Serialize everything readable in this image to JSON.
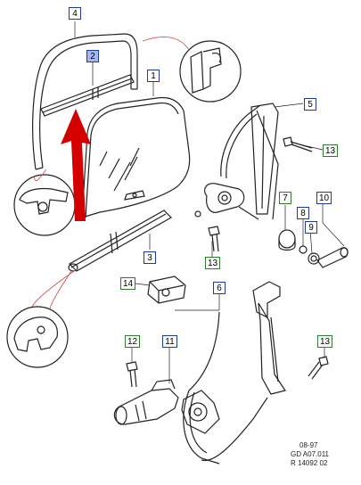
{
  "callouts": [
    {
      "id": "c4",
      "label": "4",
      "color": "blue"
    },
    {
      "id": "c2",
      "label": "2",
      "color": "blue",
      "highlighted": true
    },
    {
      "id": "c1",
      "label": "1",
      "color": "blue"
    },
    {
      "id": "c5",
      "label": "5",
      "color": "blue"
    },
    {
      "id": "c13a",
      "label": "13",
      "color": "green"
    },
    {
      "id": "c7",
      "label": "7",
      "color": "green"
    },
    {
      "id": "c10",
      "label": "10",
      "color": "blue"
    },
    {
      "id": "c8",
      "label": "8",
      "color": "blue"
    },
    {
      "id": "c9",
      "label": "9",
      "color": "blue"
    },
    {
      "id": "c13b",
      "label": "13",
      "color": "green"
    },
    {
      "id": "c3",
      "label": "3",
      "color": "blue"
    },
    {
      "id": "c14",
      "label": "14",
      "color": "green"
    },
    {
      "id": "c6",
      "label": "6",
      "color": "blue"
    },
    {
      "id": "c12",
      "label": "12",
      "color": "green"
    },
    {
      "id": "c11",
      "label": "11",
      "color": "blue"
    },
    {
      "id": "c13c",
      "label": "13",
      "color": "green"
    }
  ],
  "footer": {
    "date": "08-97",
    "code": "GD A07.011",
    "ref": "R 14092 02"
  },
  "colors": {
    "callout_blue": "#1f3a9e",
    "callout_green": "#2a7d2a",
    "callout_highlight": "#a8b6ee",
    "arrow_red": "#d40000",
    "leader_red": "#d85050",
    "line_art": "#222222"
  },
  "icons": [
    "up-arrow-icon",
    "bolt-icon",
    "seal-section-icon"
  ]
}
